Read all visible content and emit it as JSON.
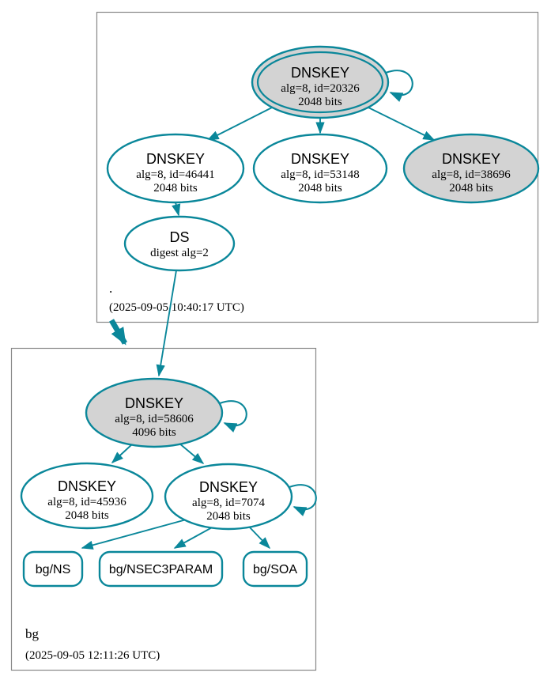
{
  "colors": {
    "secure_teal": "#0a879a",
    "ksk_fill": "#d3d3d3",
    "node_fill": "#ffffff",
    "cluster_border": "#888888"
  },
  "root_zone": {
    "label": ".",
    "timestamp": "(2025-09-05 10:40:17 UTC)",
    "nodes": {
      "ksk": {
        "type": "DNSKEY",
        "detail": "alg=8, id=20326",
        "bits": "2048 bits"
      },
      "zsk1": {
        "type": "DNSKEY",
        "detail": "alg=8, id=46441",
        "bits": "2048 bits"
      },
      "zsk2": {
        "type": "DNSKEY",
        "detail": "alg=8, id=53148",
        "bits": "2048 bits"
      },
      "zsk3": {
        "type": "DNSKEY",
        "detail": "alg=8, id=38696",
        "bits": "2048 bits"
      },
      "ds": {
        "type": "DS",
        "detail": "digest alg=2"
      }
    }
  },
  "bg_zone": {
    "label": "bg",
    "timestamp": "(2025-09-05 12:11:26 UTC)",
    "nodes": {
      "ksk": {
        "type": "DNSKEY",
        "detail": "alg=8, id=58606",
        "bits": "4096 bits"
      },
      "zsk1": {
        "type": "DNSKEY",
        "detail": "alg=8, id=45936",
        "bits": "2048 bits"
      },
      "zsk2": {
        "type": "DNSKEY",
        "detail": "alg=8, id=7074",
        "bits": "2048 bits"
      }
    },
    "rrsets": [
      {
        "label": "bg/NS"
      },
      {
        "label": "bg/NSEC3PARAM"
      },
      {
        "label": "bg/SOA"
      }
    ]
  }
}
